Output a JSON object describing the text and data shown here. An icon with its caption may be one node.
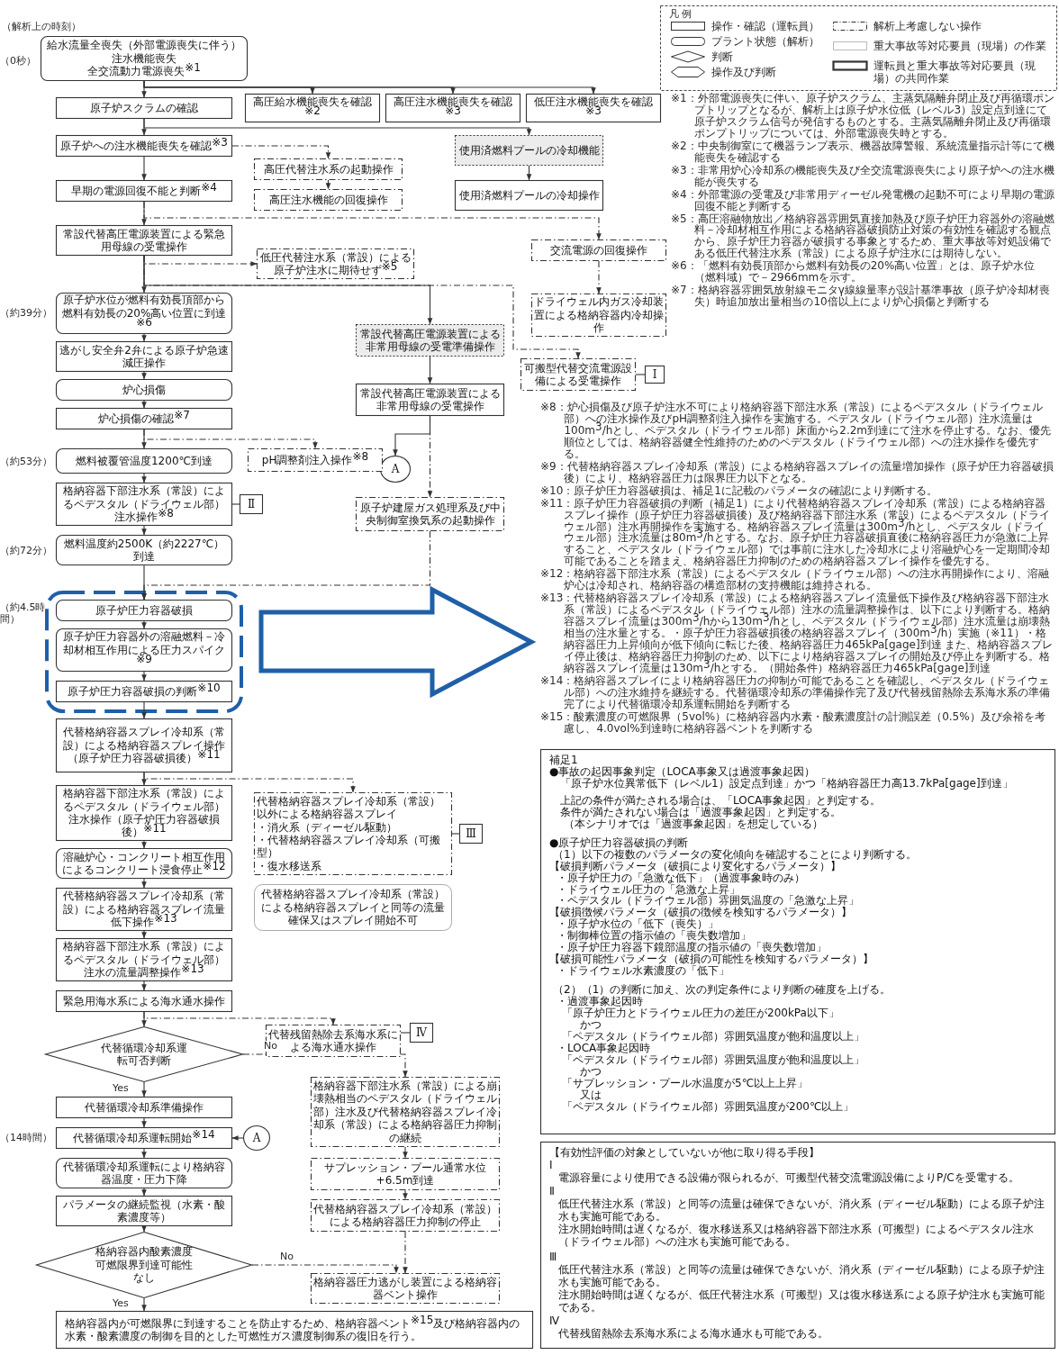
{
  "diagram": {
    "nodes": [
      {
        "text": [
          "給水流量全喪失（外部電源喪失に伴う）",
          "注水機能喪失",
          "全交流動力電源喪失$^{※1}$"
        ]
      },
      {
        "text": [
          "原子炉スクラムの確認"
        ]
      },
      {
        "text": [
          "高圧給水機能喪失を確認$^{※2}$"
        ]
      },
      {
        "text": [
          "高圧注水機能喪失を確認$^{※3}$"
        ]
      },
      {
        "text": [
          "低圧注水機能喪失を確認$^{※3}$"
        ]
      },
      {
        "text": [
          "原子炉への注水機能喪失を確認$^{※3}$"
        ]
      },
      {
        "text": [
          "高圧代替注水系の起動操作"
        ]
      },
      {
        "text": [
          "高圧注水機能の回復操作"
        ]
      },
      {
        "text": [
          "使用済燃料プールの冷却機能"
        ]
      },
      {
        "text": [
          "使用済燃料プールの冷却操作"
        ]
      },
      {
        "text": [
          "早期の電源回復不能と判断$^{※4}$"
        ]
      },
      {
        "text": [
          "常設代替高圧電源装置による緊急用母線の受電操作"
        ]
      },
      {
        "text": [
          "低圧代替注水系（常設）による原子炉注水に期待せず$^{※5}$"
        ]
      },
      {
        "text": [
          "交流電源の回復操作"
        ]
      },
      {
        "text": [
          "原子炉水位が燃料有効長頂部から燃料有効長の20%高い位置に到達$^{※6}$"
        ]
      },
      {
        "text": [
          "ドライウェル内ガス冷却装置による格納容器内冷却操作"
        ]
      },
      {
        "text": [
          "常設代替高圧電源装置による非常用母線の受電準備操作"
        ]
      },
      {
        "text": [
          "可搬型代替交流電源設備による受電操作"
        ]
      },
      {
        "text": [
          "Ⅰ"
        ]
      },
      {
        "text": [
          "逃がし安全弁2弁による原子炉急速減圧操作"
        ]
      },
      {
        "text": [
          "炉心損傷"
        ]
      },
      {
        "text": [
          "炉心損傷の確認$^{※7}$"
        ]
      },
      {
        "text": [
          "常設代替高圧電源装置による非常用母線の受電操作"
        ]
      },
      {
        "text": [
          "A"
        ]
      },
      {
        "text": [
          "燃料被覆管温度1200℃到達"
        ]
      },
      {
        "text": [
          "pH調整剤注入操作$^{※8}$"
        ]
      },
      {
        "text": [
          "格納容器下部注水系（常設）によるペデスタル（ドライウェル部）注水操作$^{※8}$"
        ]
      },
      {
        "text": [
          "Ⅱ"
        ]
      },
      {
        "text": [
          "原子炉建屋ガス処理系及び中央制御室換気系の起動操作"
        ]
      },
      {
        "text": [
          "燃料温度約2500K（約2227℃）到達"
        ]
      },
      {
        "text": [
          "原子炉圧力容器破損"
        ]
      },
      {
        "text": [
          "原子炉圧力容器外の溶融燃料－冷却材相互作用による圧力スパイク$^{※9}$"
        ]
      },
      {
        "text": [
          "原子炉圧力容器破損の判断$^{※10}$"
        ]
      },
      {
        "text": [
          "代替格納容器スプレイ冷却系（常設）による格納容器スプレイ操作（原子炉圧力容器破損後）$^{※11}$"
        ]
      },
      {
        "text": [
          "格納容器下部注水系（常設）によるペデスタル（ドライウェル部）注水操作（原子炉圧力容器破損後）$^{※11}$"
        ]
      },
      {
        "text": [
          "代替格納容器スプレイ冷却系（常設）以外による格納容器スプレイ",
          "・消火系（ディーゼル駆動）",
          "・代替格納容器スプレイ冷却系（可搬型）",
          "・復水移送系"
        ]
      },
      {
        "text": [
          "Ⅲ"
        ]
      },
      {
        "text": [
          "代替格納容器スプレイ冷却系（常設）による格納容器スプレイと同等の流量確保又はスプレイ開始不可"
        ]
      },
      {
        "text": [
          "溶融炉心・コンクリート相互作用によるコンクリート浸食停止$^{※12}$"
        ]
      },
      {
        "text": [
          "代替格納容器スプレイ冷却系（常設）による格納容器スプレイ流量低下操作$^{※13}$"
        ]
      },
      {
        "text": [
          "格納容器下部注水系（常設）によるペデスタル（ドライウェル部）注水の流量調整操作$^{※13}$"
        ]
      },
      {
        "text": [
          "緊急用海水系による海水通水操作"
        ]
      },
      {
        "text": [
          "代替残留熱除去系海水系による海水通水操作"
        ]
      },
      {
        "text": [
          "Ⅳ"
        ]
      },
      {
        "text": [
          "代替循環冷却系運転可否判断"
        ]
      },
      {
        "text": [
          "格納容器下部注水系（常設）による崩壊熱相当のペデスタル（ドライウェル部）注水及び代替格納容器スプレイ冷却系（常設）による格納容器圧力抑制の継続"
        ]
      },
      {
        "text": [
          "代替循環冷却系準備操作"
        ]
      },
      {
        "text": [
          "代替循環冷却系運転開始$^{※14}$"
        ]
      },
      {
        "text": [
          "A"
        ]
      },
      {
        "text": [
          "サプレッション・プール通常水位+6.5m到達"
        ]
      },
      {
        "text": [
          "代替循環冷却系運転により格納容器温度・圧力下降"
        ]
      },
      {
        "text": [
          "代替格納容器スプレイ冷却系（常設）による格納容器圧力抑制の停止"
        ]
      },
      {
        "text": [
          "パラメータの継続監視（水素・酸素濃度等）"
        ]
      },
      {
        "text": [
          "格納容器内酸素濃度可燃限界到達可能性なし"
        ]
      },
      {
        "text": [
          "格納容器圧力逃がし装置による格納容器ベント操作"
        ]
      },
      {
        "text": [
          "格納容器内が可燃限界に到達することを防止するため、格納容器ベント$^{※15}$及び格納容器内の水素・酸素濃度の制御を目的とした可燃性ガス濃度制御系の復旧を行う。"
        ]
      },
      {
        "text": [
          "補足1",
          "●事故の起因事象判定（LOCA事象又は過渡事象起因）",
          "「原子炉水位異常低下（レベル1）設定点到達」かつ「格納容器圧力高13.7kPa[gage]到達」",
          "上記の条件が満たされる場合は、「LOCA事象起因」と判定する。",
          "条件が満たされない場合は「過渡事象起因」と判定する。",
          "（本シナリオでは「過渡事象起因」を想定している）",
          "●原子炉圧力容器破損の判断",
          "（1）以下の複数のパラメータの変化傾向を確認することにより判断する。",
          "【破損判断パラメータ（破損により変化するパラメータ）】",
          "・原子炉圧力の「急激な低下」（過渡事象時のみ）",
          "・ドライウェル圧力の「急激な上昇」",
          "・ペデスタル（ドライウェル部）雰囲気温度の「急激な上昇」",
          "【破損徴候パラメータ（破損の徴候を検知するパラメータ）】",
          "・原子炉水位の「低下（喪失）」",
          "・制御棒位置の指示値の「喪失数増加」",
          "・原子炉圧力容器下鏡部温度の指示値の「喪失数増加」",
          "【破損可能性パラメータ（破損の可能性を検知するパラメータ）】",
          "・ドライウェル水素濃度の「低下」",
          "（2）（1）の判断に加え、次の判定条件により判断の確度を上げる。",
          "・過渡事象起因時",
          "「原子炉圧力とドライウェル圧力の差圧が200kPa以下」",
          "かつ",
          "「ペデスタル（ドライウェル部）雰囲気温度が飽和温度以上」",
          "・LOCA事象起因時",
          "「ペデスタル（ドライウェル部）雰囲気温度が飽和温度以上」",
          "かつ",
          "「サプレッション・プール水温度が5℃以上上昇」",
          "又は",
          "「ペデスタル（ドライウェル部）雰囲気温度が200℃以上」"
        ]
      },
      {
        "text": [
          "【有効性評価の対象としていないが他に取り得る手段】",
          "Ⅰ",
          "電源容量により使用できる設備が限られるが、可搬型代替交流電源設備によりP/Cを受電する。",
          "Ⅱ",
          "低圧代替注水系（常設）と同等の流量は確保できないが、消火系（ディーゼル駆動）による原子炉注水も実施可能である。",
          "注水開始時間は遅くなるが、復水移送系又は格納容器下部注水系（可搬型）によるペデスタル注水（ドライウェル部）への注水も実施可能である。",
          "Ⅲ",
          "低圧代替注水系（常設）と同等の流量は確保できないが、消火系（ディーゼル駆動）による原子炉注水も実施可能である。",
          "注水開始時間は遅くなるが、低圧代替注水系（可搬型）又は復水移送系による原子炉注水も実施可能である。",
          "Ⅳ",
          "代替残留熱除去系海水系による海水通水も可能である。"
        ]
      }
    ],
    "edges": [
      {
        "from": 0,
        "to": 1,
        "arrow": "to"
      },
      {
        "from": 0,
        "to": 2,
        "arrow": "to"
      },
      {
        "from": 0,
        "to": 3,
        "arrow": "to"
      },
      {
        "from": 0,
        "to": 4,
        "arrow": "to"
      },
      {
        "from": 1,
        "to": 5,
        "arrow": "to"
      },
      {
        "from": 1,
        "to": 8,
        "arrow": "to"
      },
      {
        "from": 8,
        "to": 9,
        "arrow": "to"
      },
      {
        "from": 5,
        "to": 6,
        "arrow": "to",
        "style": "dashed"
      },
      {
        "from": 6,
        "to": 7,
        "arrow": "to",
        "style": "dashed"
      },
      {
        "from": 5,
        "to": 10,
        "arrow": "to"
      },
      {
        "from": 10,
        "to": 11,
        "arrow": "to"
      },
      {
        "from": 10,
        "to": 13,
        "arrow": "to",
        "style": "dashed"
      },
      {
        "from": 11,
        "to": 12,
        "arrow": "to",
        "style": "dashed"
      },
      {
        "from": 11,
        "to": 14,
        "arrow": "to"
      },
      {
        "from": 11,
        "to": 16,
        "arrow": "to"
      },
      {
        "from": 13,
        "to": 15,
        "arrow": "to",
        "style": "dashed"
      },
      {
        "from": 11,
        "to": 17,
        "arrow": "to",
        "style": "dashed"
      },
      {
        "from": 17,
        "to": 18,
        "arrow": "none"
      },
      {
        "from": 14,
        "to": 19,
        "arrow": "to"
      },
      {
        "from": 19,
        "to": 20,
        "arrow": "to"
      },
      {
        "from": 20,
        "to": 21,
        "arrow": "to"
      },
      {
        "from": 21,
        "to": 24,
        "arrow": "to"
      },
      {
        "from": 21,
        "to": 25,
        "arrow": "to",
        "style": "dashed"
      },
      {
        "from": 16,
        "to": 22,
        "arrow": "to"
      },
      {
        "from": 22,
        "to": 23,
        "arrow": "to"
      },
      {
        "from": 22,
        "to": 28,
        "arrow": "to",
        "style": "dashed"
      },
      {
        "from": 24,
        "to": 26,
        "arrow": "to"
      },
      {
        "from": 26,
        "to": 27,
        "arrow": "none"
      },
      {
        "from": 26,
        "to": 29,
        "arrow": "to"
      },
      {
        "from": 28,
        "to": 30,
        "arrow": "to",
        "style": "dashed"
      },
      {
        "from": 29,
        "to": 30,
        "arrow": "to"
      },
      {
        "from": 30,
        "to": 31,
        "arrow": "to"
      },
      {
        "from": 31,
        "to": 32,
        "arrow": "to"
      },
      {
        "from": 32,
        "to": 33,
        "arrow": "to"
      },
      {
        "from": 33,
        "to": 34,
        "arrow": "to"
      },
      {
        "from": 33,
        "to": 35,
        "arrow": "to",
        "style": "dashed"
      },
      {
        "from": 35,
        "to": 36,
        "arrow": "none"
      },
      {
        "from": 34,
        "to": 38,
        "arrow": "to"
      },
      {
        "from": 38,
        "to": 39,
        "arrow": "to"
      },
      {
        "from": 39,
        "to": 40,
        "arrow": "to"
      },
      {
        "from": 40,
        "to": 41,
        "arrow": "to"
      },
      {
        "from": 41,
        "to": 44,
        "arrow": "to"
      },
      {
        "from": 41,
        "to": 42,
        "arrow": "to",
        "style": "dashed"
      },
      {
        "from": 42,
        "to": 43,
        "arrow": "none"
      },
      {
        "from": 44,
        "to": 46,
        "arrow": "to",
        "label": "Yes"
      },
      {
        "from": 44,
        "to": 45,
        "arrow": "to",
        "label": "No",
        "style": "dashed"
      },
      {
        "from": 45,
        "to": 49,
        "arrow": "to",
        "style": "dashed"
      },
      {
        "from": 49,
        "to": 51,
        "arrow": "to",
        "style": "dashed"
      },
      {
        "from": 51,
        "to": 54,
        "arrow": "to",
        "style": "dashed"
      },
      {
        "from": 46,
        "to": 47,
        "arrow": "to"
      },
      {
        "from": 48,
        "to": 47,
        "arrow": "to"
      },
      {
        "from": 47,
        "to": 50,
        "arrow": "to"
      },
      {
        "from": 50,
        "to": 52,
        "arrow": "to"
      },
      {
        "from": 52,
        "to": 53,
        "arrow": "to"
      },
      {
        "from": 53,
        "to": 55,
        "arrow": "to",
        "label": "Yes"
      },
      {
        "from": 53,
        "to": 54,
        "arrow": "to",
        "label": "No",
        "style": "dashed"
      }
    ],
    "labels": [
      "（解析上の時刻）",
      "（0秒）",
      "（約39分）",
      "（約53分）",
      "（約72分）",
      "（約4.5時間）",
      "（14時間）",
      "凡 例",
      "※1：外部電源喪失に伴い、原子炉スクラム、主蒸気隔離弁閉止及び再循環ポンプトリップとなるが、解析上は原子炉水位低（レベル3）設定点到達にて原子炉スクラム信号が発信するものとする。主蒸気隔離弁閉止及び再循環ポンプトリップについては、外部電源喪失時とする。",
      "※2：中央制御室にて機器ランプ表示、機器故障警報、系統流量指示計等にて機能喪失を確認する",
      "※3：非常用炉心冷却系の機能喪失及び全交流電源喪失により原子炉への注水機能が喪失する",
      "※4：外部電源の受電及び非常用ディーゼル発電機の起動不可により早期の電源回復不能と判断する",
      "※5：高圧溶融物放出／格納容器雰囲気直接加熱及び原子炉圧力容器外の溶融燃料－冷却材相互作用による格納容器破損防止対策の有効性を確認する観点から、原子炉圧力容器が破損する事象とするため、重大事故等対処設備である低圧代替注水系（常設）による原子炉注水には期待しない。",
      "※6：「燃料有効長頂部から燃料有効長の20%高い位置」とは、原子炉水位（燃料域）で－2966mmを示す。",
      "※7：格納容器雰囲気放射線モニタγ線線量率が設計基準事故（原子炉冷却材喪失）時追加放出量相当の10倍以上により炉心損傷と判断する",
      "※8：炉心損傷及び原子炉注水不可により格納容器下部注水系（常設）によるペデスタル（ドライウェル部）への注水操作及びpH調整剤注入操作を実施する。ペデスタル（ドライウェル部）注水流量は100m$^{3}$/hとし、ペデスタル（ドライウェル部）床面から2.2m到達にて注水を停止する。なお、優先順位としては、格納容器健全性維持のためのペデスタル（ドライウェル部）への注水操作を優先する。",
      "※9：代替格納容器スプレイ冷却系（常設）による格納容器スプレイの流量増加操作（原子炉圧力容器破損後）により、格納容器圧力は限界圧力以下となる。",
      "※10：原子炉圧力容器破損は、補足1に記載のパラメータの確認により判断する。",
      "※11：原子炉圧力容器破損の判断（補足1）により代替格納容器スプレイ冷却系（常設）による格納容器スプレイ操作（原子炉圧力容器破損後）及び格納容器下部注水系（常設）によるペデスタル（ドライウェル部）注水再開操作を実施する。格納容器スプレイ流量は300m$^{3}$/hとし、ペデスタル（ドライウェル部）注水流量は80m$^{3}$/hとする。なお、原子炉圧力容器破損直後に格納容器圧力が急激に上昇すること、ペデスタル（ドライウェル部）では事前に注水した冷却水により溶融炉心を一定期間冷却可能であることを踏まえ、格納容器圧力抑制のための格納容器スプレイ操作を優先する。",
      "※12：格納容器下部注水系（常設）によるペデスタル（ドライウェル部）への注水再開操作により、溶融炉心は冷却され、格納容器の構造部材の支持機能は維持される。",
      "※13：代替格納容器スプレイ冷却系（常設）による格納容器スプレイ流量低下操作及び格納容器下部注水系（常設）によるペデスタル（ドライウェル部）注水の流量調整操作は、以下により判断する。格納容器スプレイ流量は300m$^{3}$/hから130m$^{3}$/hとし、ペデスタル（ドライウェル部）注水流量は崩壊熱相当の注水量とする。・原子炉圧力容器破損後の格納容器スプレイ（300m$^{3}$/h）実施（※11）・格納容器圧力上昇傾向が低下傾向に転じた後、格納容器圧力465kPa[gage]到達 また、格納容器スプレイ停止後は、格納容器圧力抑制のため、以下により格納容器スプレイの開始及び停止を判断する。格納容器スプレイ流量は130m$^{3}$/hとする。（開始条件）格納容器圧力465kPa[gage]到達",
      "※14：格納容器スプレイにより格納容器圧力の抑制が可能であることを確認し、ペデスタル（ドライウェル部）への注水維持を継続する。代替循環冷却系の準備操作完了及び代替残留熱除去系海水系の準備完了により代替循環冷却系運転開始を判断する",
      "※15：酸素濃度の可燃限界（5vol%）に格納容器内水素・酸素濃度計の計測誤差（0.5%）及び余裕を考慮し、4.0vol%到達時に格納容器ベントを判断する"
    ],
    "legend": [
      {
        "text": "操作・確認（運転員）"
      },
      {
        "text": "プラント状態（解析）"
      },
      {
        "text": "判断"
      },
      {
        "text": "操作及び判断"
      },
      {
        "text": "解析上考慮しない操作"
      },
      {
        "text": "重大事故等対応要員（現場）の作業"
      },
      {
        "text": "運転員と重大事故等対応要員（現場）の共同作業"
      }
    ]
  }
}
